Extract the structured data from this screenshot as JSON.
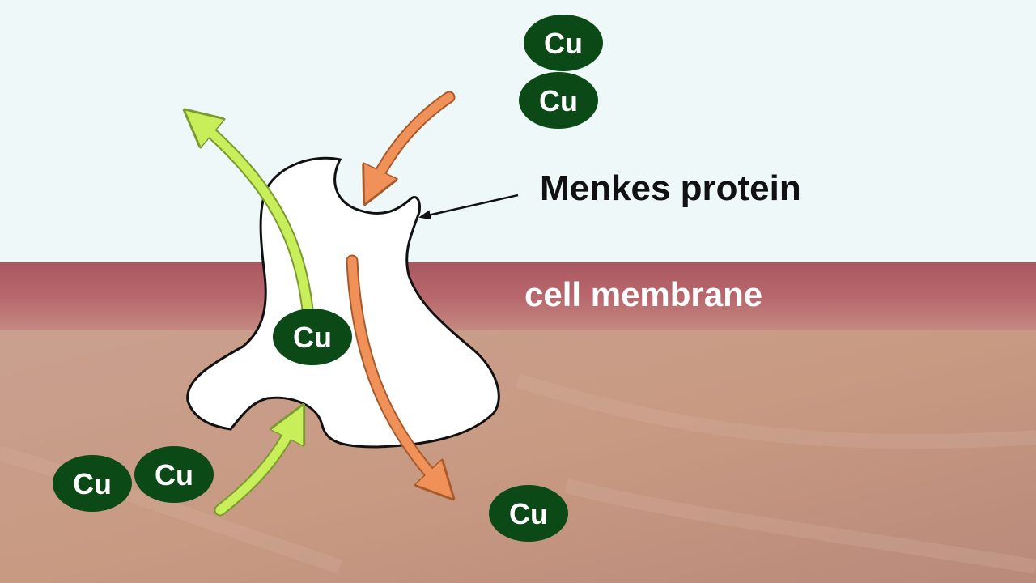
{
  "colors": {
    "outside": "#eef8f8",
    "membrane": "#b5646a",
    "cytoplasm": "#c9a08a",
    "protein": "#ffffff",
    "copper": "#0b4a16",
    "copper_text": "#ffffff",
    "arrow_green": "#c8ee5a",
    "arrow_orange": "#f0915a",
    "label_text": "#111111",
    "membrane_text": "#ffffff"
  },
  "labels": {
    "protein": "Menkes protein",
    "membrane": "cell membrane"
  },
  "ions": [
    {
      "id": "cu-outside-1",
      "text": "Cu"
    },
    {
      "id": "cu-outside-2",
      "text": "Cu"
    },
    {
      "id": "cu-in-protein",
      "text": "Cu"
    },
    {
      "id": "cu-inside-1",
      "text": "Cu"
    },
    {
      "id": "cu-inside-2",
      "text": "Cu"
    },
    {
      "id": "cu-released",
      "text": "Cu"
    }
  ],
  "icons": {
    "protein": "menkes-protein-shape",
    "pointer": "leader-line-arrow",
    "arrows": [
      "green-uptake-arrow",
      "orange-export-arrow"
    ]
  }
}
